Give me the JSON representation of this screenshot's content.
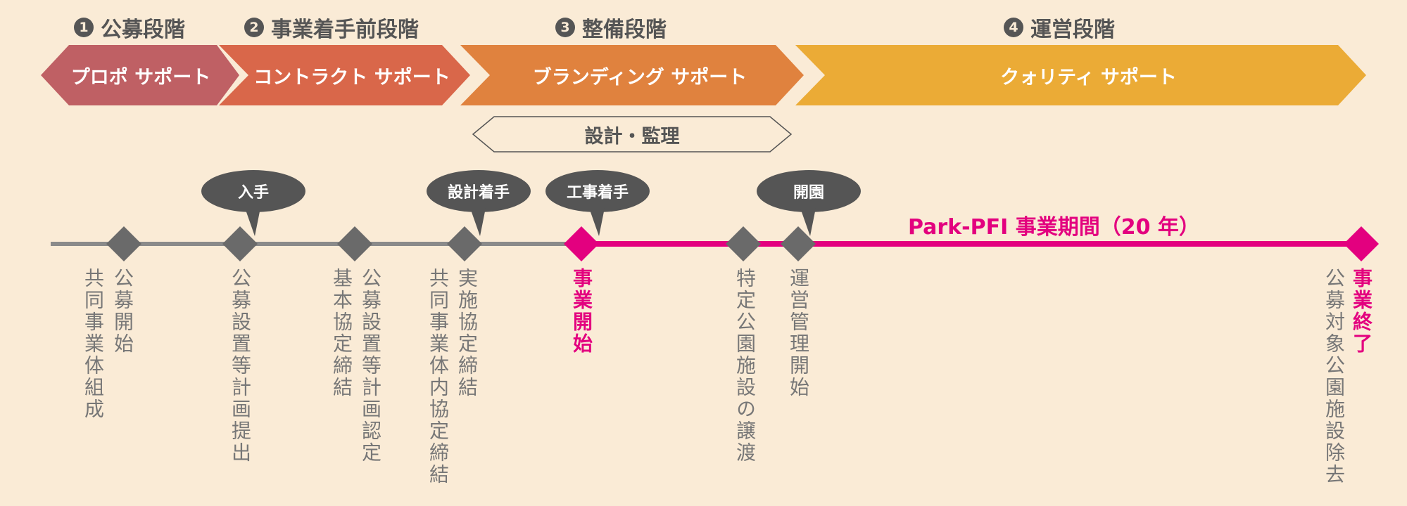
{
  "colors": {
    "background": "#faebd6",
    "phase1": "#bf6064",
    "phase2": "#d9674a",
    "phase3": "#e0823e",
    "phase4": "#ebab36",
    "pink": "#e3007f",
    "gray_line": "#8a8a8a",
    "dark": "#555555"
  },
  "stages": [
    {
      "num": "1",
      "label": "公募段階"
    },
    {
      "num": "2",
      "label": "事業着手前段階"
    },
    {
      "num": "3",
      "label": "整備段階"
    },
    {
      "num": "4",
      "label": "運営段階"
    }
  ],
  "phases": [
    {
      "label": "プロポ サポート"
    },
    {
      "label": "コントラクト サポート"
    },
    {
      "label": "ブランディング サポート"
    },
    {
      "label": "クォリティ サポート"
    }
  ],
  "design_phase": {
    "label": "設計・監理"
  },
  "milestone_bubbles": [
    {
      "label": "入手"
    },
    {
      "label": "設計着手"
    },
    {
      "label": "工事着手"
    },
    {
      "label": "開園"
    }
  ],
  "period_label": "Park-PFI 事業期間（20 年）",
  "events": [
    {
      "col1": "公募開始",
      "col2": "共同事業体組成"
    },
    {
      "col1": "公募設置等計画提出"
    },
    {
      "col1": "公募設置等計画認定",
      "col2": "基本協定締結"
    },
    {
      "col1": "実施協定締結",
      "col2": "共同事業体内協定締結"
    },
    {
      "col1": "事業開始"
    },
    {
      "col1": "特定公園施設の譲渡"
    },
    {
      "col1": "運営管理開始"
    },
    {
      "col1": "事業終了",
      "col2": "公募対象公園施設除去"
    }
  ]
}
